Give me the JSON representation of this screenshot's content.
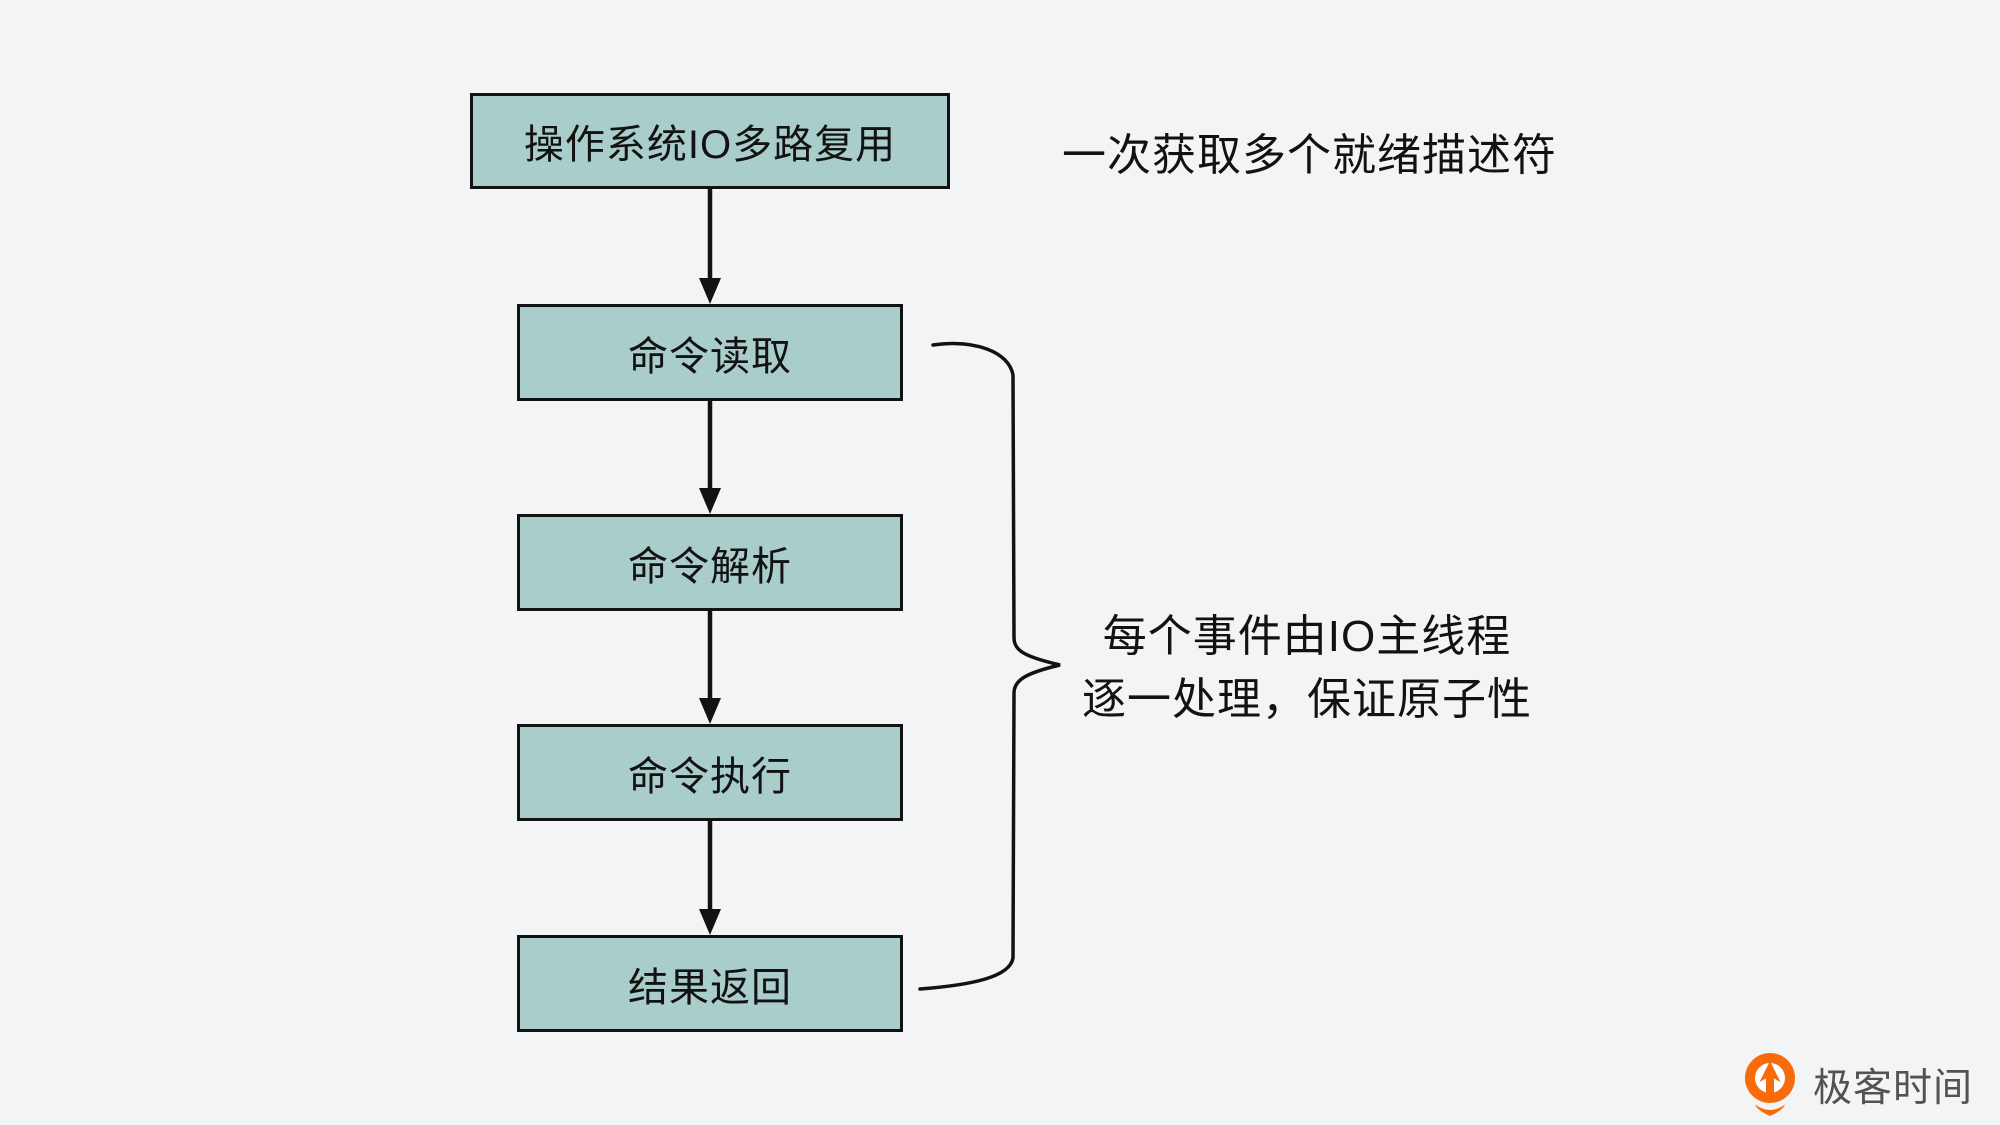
{
  "theme": {
    "background": "#f2f4f6",
    "box_fill": "#a9cdcb",
    "box_border": "#121212",
    "line_color": "#121212",
    "text_color": "#121212",
    "logo_orange": "#f76b0a",
    "logo_text_color": "#555152"
  },
  "flow": {
    "source": {
      "label": "操作系统IO多路复用"
    },
    "steps": [
      {
        "label": "命令读取"
      },
      {
        "label": "命令解析"
      },
      {
        "label": "命令执行"
      },
      {
        "label": "结果返回"
      }
    ]
  },
  "annotations": {
    "top_note": "一次获取多个就绪描述符",
    "brace_note_line1": "每个事件由IO主线程",
    "brace_note_line2": "逐一处理，保证原子性"
  },
  "logo": {
    "text": "极客时间",
    "icon": "geektime-pin-icon"
  }
}
